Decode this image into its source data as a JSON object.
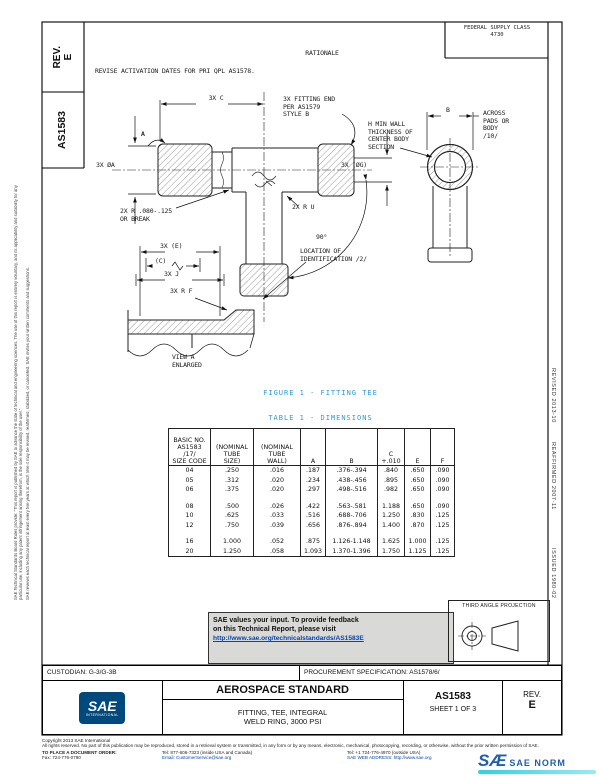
{
  "sheet": {
    "fsc": {
      "line1": "FEDERAL SUPPLY CLASS",
      "line2": "4730"
    },
    "rev_box": "REV.\nE",
    "doc_number": "AS1583",
    "rationale_title": "RATIONALE",
    "rationale_text": "REVISE ACTIVATION DATES FOR PRI QPL AS1578."
  },
  "margins": {
    "left_note_1": "SAE Technical Standards Board Rules provide: “This report is published by SAE to advance the state of technical and engineering sciences. The use of this report is entirely voluntary, and its applicability and suitability for any particular use, including any patent infringement arising therefrom, is the sole responsibility of the user.”",
    "left_note_2": "SAE reviews each technical report at least every five years at which time it may be revised, reaffirmed, stabilized, or cancelled. SAE invites your written comments and suggestions.",
    "revised": "REVISED 2013-10",
    "reaffirmed": "REAFFIRMED 2007-11",
    "issued": "ISSUED 1980-02"
  },
  "drawing": {
    "labels": {
      "dim_c": "3X C",
      "fitting_end": "3X FITTING END\nPER AS1579\nSTYLE B",
      "dia_a": "3X ØA",
      "view_a_arrow": "A",
      "radius_break": "2X R .080-.125\nOR BREAK",
      "radius_u": "2X R U",
      "angle": "90°",
      "location_id": "LOCATION OF\nIDENTIFICATION /2/",
      "dia_g": "3X (ØG)",
      "min_wall": "H MIN WALL\nTHICKNESS OF\nCENTER BODY\nSECTION",
      "dim_b": "B",
      "across_pads": "ACROSS\nPADS OR\nBODY\n/10/",
      "dim_e": "3X (E)",
      "dim_c2": "(C)",
      "dim_j": "3X J",
      "radius_f": "3X R F",
      "view_caption": "VIEW A\nENLARGED"
    },
    "figure_caption": "FIGURE 1 - FITTING TEE"
  },
  "table": {
    "caption": "TABLE 1 - DIMENSIONS",
    "headers": [
      "BASIC NO.\nAS1583\n/17/\nSIZE CODE",
      "(NOMINAL\nTUBE\nSIZE)",
      "(NOMINAL\nTUBE\nWALL)",
      "A",
      "B",
      "C\n+.010",
      "E",
      "F"
    ],
    "rows": [
      {
        "cells": [
          "04",
          ".250",
          ".016",
          ".187",
          ".376-.394",
          ".840",
          ".650",
          ".090"
        ]
      },
      {
        "cells": [
          "05",
          ".312",
          ".020",
          ".234",
          ".438-.456",
          ".895",
          ".650",
          ".090"
        ]
      },
      {
        "cells": [
          "06",
          ".375",
          ".020",
          ".297",
          ".498-.516",
          ".982",
          ".650",
          ".090"
        ]
      },
      {
        "spacer": true
      },
      {
        "cells": [
          "08",
          ".500",
          ".026",
          ".422",
          ".563-.581",
          "1.188",
          ".650",
          ".090"
        ]
      },
      {
        "cells": [
          "10",
          ".625",
          ".033",
          ".516",
          ".688-.706",
          "1.250",
          ".830",
          ".125"
        ]
      },
      {
        "cells": [
          "12",
          ".750",
          ".039",
          ".656",
          ".876-.894",
          "1.400",
          ".870",
          ".125"
        ]
      },
      {
        "spacer": true
      },
      {
        "cells": [
          "16",
          "1.000",
          ".052",
          ".875",
          "1.126-1.148",
          "1.625",
          "1.000",
          ".125"
        ]
      },
      {
        "cells": [
          "20",
          "1.250",
          ".058",
          "1.093",
          "1.370-1.396",
          "1.750",
          "1.125",
          ".125"
        ]
      }
    ]
  },
  "feedback": {
    "line1": "SAE values your input. To provide feedback",
    "line2": "on this Technical Report, please visit",
    "url": "http://www.sae.org/technicalstandards/AS1583E"
  },
  "projection": {
    "label": "THIRD ANGLE PROJECTION"
  },
  "title_block": {
    "custodian": "CUSTODIAN: G-3/G-3B",
    "procurement": "PROCUREMENT SPECIFICATION: AS1578/6/",
    "logo_text": "SAE",
    "logo_sub": "INTERNATIONAL",
    "standard_type": "AEROSPACE STANDARD",
    "title_line1": "FITTING, TEE, INTEGRAL",
    "title_line2": "WELD RING, 3000 PSI",
    "number": "AS1583",
    "sheet": "SHEET 1 OF 3",
    "rev_label": "REV.",
    "rev_value": "E"
  },
  "footer": {
    "copyright": "Copyright 2013 SAE International",
    "rights": "All rights reserved. No part of this publication may be reproduced, stored in a retrieval system or transmitted, in any form or by any means, electronic, mechanical, photocopying, recording, or otherwise, without the prior written permission of SAE.",
    "order_label": "TO PLACE A DOCUMENT ORDER:",
    "tel_inside": "Tel: 877-606-7323 (inside USA and Canada)",
    "tel_outside": "Tel: +1 724-776-4970 (outside USA)",
    "fax": "Fax: 724-776-0790",
    "email": "Email: CustomerService@sae.org",
    "web": "SAE WEB ADDRESS: http://www.sae.org"
  },
  "watermark": {
    "glyph": "SÆ",
    "name": "SAE NORM"
  },
  "colors": {
    "caption_blue": "#2e9bd8",
    "link_blue": "#0645ad",
    "sae_blue": "#00497d",
    "watermark_cyan": "#29d3e8"
  }
}
